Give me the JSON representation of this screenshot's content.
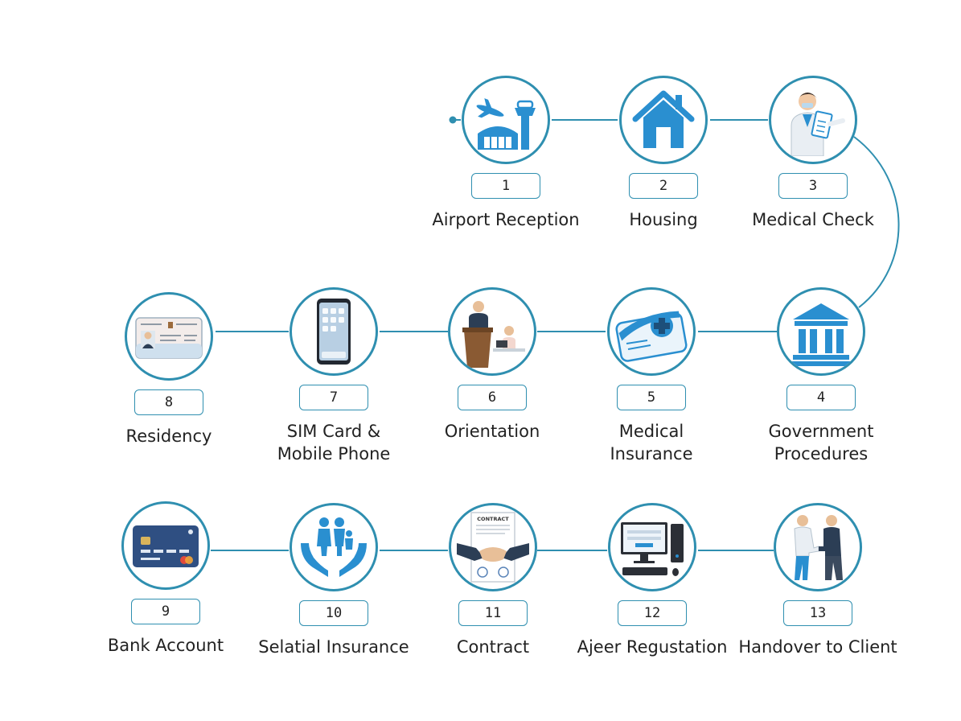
{
  "colors": {
    "line": "#2f8fb0",
    "accent": "#2a8fd0",
    "dark": "#1d4f7a"
  },
  "steps": [
    {
      "number": "1",
      "label_lines": [
        "Airport Reception"
      ],
      "icon": "airport-icon"
    },
    {
      "number": "2",
      "label_lines": [
        "Housing"
      ],
      "icon": "house-icon"
    },
    {
      "number": "3",
      "label_lines": [
        "Medical Check"
      ],
      "icon": "doctor-icon"
    },
    {
      "number": "4",
      "label_lines": [
        "Government",
        "Procedures"
      ],
      "icon": "government-building-icon"
    },
    {
      "number": "5",
      "label_lines": [
        "Medical",
        "Insurance"
      ],
      "icon": "insurance-card-icon"
    },
    {
      "number": "6",
      "label_lines": [
        "Orientation"
      ],
      "icon": "presentation-icon"
    },
    {
      "number": "7",
      "label_lines": [
        "SIM Card &",
        "Mobile Phone"
      ],
      "icon": "smartphone-icon"
    },
    {
      "number": "8",
      "label_lines": [
        "Residency"
      ],
      "icon": "id-card-icon"
    },
    {
      "number": "9",
      "label_lines": [
        "Bank Account"
      ],
      "icon": "bank-card-icon"
    },
    {
      "number": "10",
      "label_lines": [
        "Selatial Insurance"
      ],
      "icon": "family-hands-icon"
    },
    {
      "number": "11",
      "label_lines": [
        "Contract"
      ],
      "icon": "contract-handshake-icon"
    },
    {
      "number": "12",
      "label_lines": [
        "Ajeer Regustation"
      ],
      "icon": "computer-icon"
    },
    {
      "number": "13",
      "label_lines": [
        "Handover to Client"
      ],
      "icon": "handshake-people-icon"
    }
  ],
  "contract_heading": "CONTRACT"
}
